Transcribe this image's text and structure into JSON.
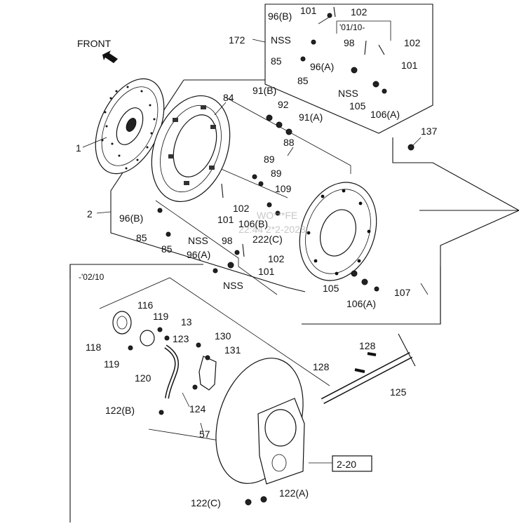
{
  "front_label": "FRONT",
  "inset_date_top": "'01/10-",
  "inset_date_bottom": "-'02/10",
  "ref_box": "2-20",
  "watermark_line1": "WO***FE",
  "watermark_line2": "22:44 2*2-2023",
  "callouts": {
    "c1": "1",
    "c2": "2",
    "c57": "57",
    "c84": "84",
    "c85a": "85",
    "c85b": "85",
    "c85c": "85",
    "c85d": "85",
    "c88": "88",
    "c89a": "89",
    "c89b": "89",
    "c91a": "91(A)",
    "c91b": "91(B)",
    "c92": "92",
    "c96a1": "96(A)",
    "c96a2": "96(A)",
    "c96b1": "96(B)",
    "c96b2": "96(B)",
    "c98a": "98",
    "c98b": "98",
    "c101a": "101",
    "c101b": "101",
    "c101c": "101",
    "c101d": "101",
    "c102a": "102",
    "c102b": "102",
    "c102c": "102",
    "c102d": "102",
    "c105a": "105",
    "c105b": "105",
    "c106a1": "106(A)",
    "c106a2": "106(A)",
    "c106b": "106(B)",
    "c107": "107",
    "c109": "109",
    "c116": "116",
    "c118": "118",
    "c119a": "119",
    "c119b": "119",
    "c120": "120",
    "c122a": "122(A)",
    "c122b": "122(B)",
    "c122c": "122(C)",
    "c222c": "222(C)",
    "c123": "123",
    "c124": "124",
    "c125": "125",
    "c128a": "128",
    "c128b": "128",
    "c13": "13",
    "c130": "130",
    "c131": "131",
    "c137": "137",
    "c172": "172",
    "nss1": "NSS",
    "nss2": "NSS",
    "nss3": "NSS",
    "nss4": "NSS"
  }
}
